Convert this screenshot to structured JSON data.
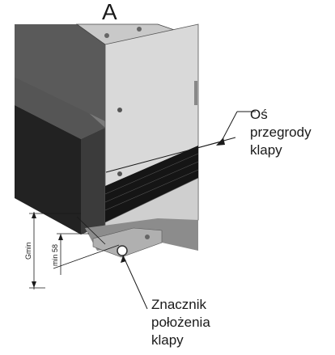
{
  "view_label": "A",
  "axis_label": [
    "Oś",
    "przegrody",
    "klapy"
  ],
  "marker_label": [
    "Znacznik",
    "położenia",
    "klapy"
  ],
  "dim_gmin": "Gmin",
  "dim_min58": "min 58",
  "colors": {
    "line": "#1a1a1a",
    "panel_light": "#d9d9d9",
    "panel_mid": "#b8b8b8",
    "panel_dark": "#3a3a3a",
    "block_black": "#222222",
    "grille": "#151515"
  }
}
